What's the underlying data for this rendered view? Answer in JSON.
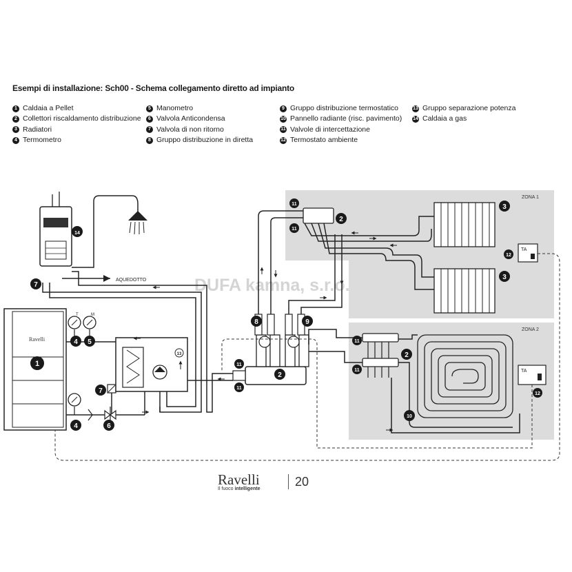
{
  "header": {
    "title": "Esempi di installazione: Sch00 - Schema collegamento diretto ad impianto"
  },
  "legend": {
    "columns": [
      [
        {
          "n": "1",
          "label": "Caldaia a Pellet"
        },
        {
          "n": "2",
          "label": "Collettori riscaldamento distribuzione"
        },
        {
          "n": "3",
          "label": "Radiatori"
        },
        {
          "n": "4",
          "label": "Termometro"
        }
      ],
      [
        {
          "n": "5",
          "label": "Manometro"
        },
        {
          "n": "6",
          "label": "Valvola Anticondensa"
        },
        {
          "n": "7",
          "label": "Valvola di non ritorno"
        },
        {
          "n": "8",
          "label": "Gruppo distribuzione in diretta"
        }
      ],
      [
        {
          "n": "9",
          "label": "Gruppo distribuzione termostatico"
        },
        {
          "n": "10",
          "label": "Pannello radiante (risc. pavimento)"
        },
        {
          "n": "11",
          "label": "Valvole di intercettazione"
        },
        {
          "n": "12",
          "label": "Termostato ambiente"
        }
      ],
      [
        {
          "n": "13",
          "label": "Gruppo separazione potenza"
        },
        {
          "n": "14",
          "label": "Caldaia a gas"
        }
      ]
    ]
  },
  "diagram": {
    "zone1_label": "ZONA 1",
    "zone2_label": "ZONA 2",
    "water_label": "AQUEDOTTO",
    "watermark": "DUFA kamna, s.r.o.",
    "boiler_brand": "Ravelli",
    "thermostat_label": "TA",
    "gauge_t": "T",
    "gauge_m": "M"
  },
  "footer": {
    "brand": "Ravelli",
    "tagline_a": "Il fuoco ",
    "tagline_b": "intelligente",
    "page": "20"
  }
}
